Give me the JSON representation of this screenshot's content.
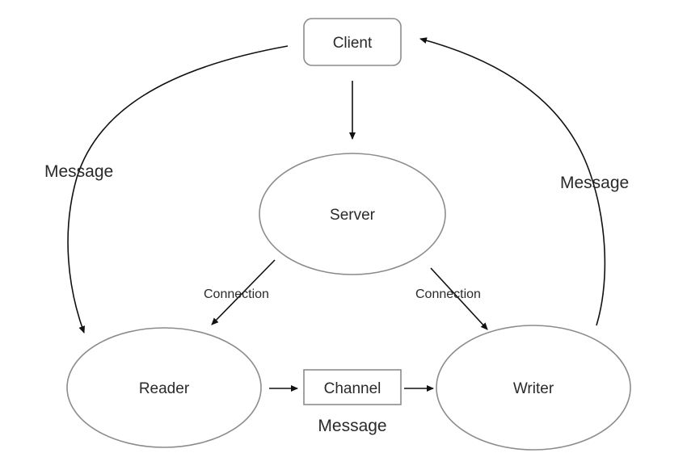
{
  "diagram": {
    "nodes": {
      "client": "Client",
      "server": "Server",
      "reader": "Reader",
      "writer": "Writer",
      "channel": "Channel"
    },
    "edge_labels": {
      "client_to_reader": "Message",
      "writer_to_client": "Message",
      "server_to_reader": "Connection",
      "server_to_writer": "Connection",
      "channel_below": "Message"
    },
    "edges": [
      {
        "from": "client",
        "to": "server"
      },
      {
        "from": "server",
        "to": "reader",
        "label": "Connection"
      },
      {
        "from": "server",
        "to": "writer",
        "label": "Connection"
      },
      {
        "from": "reader",
        "to": "channel"
      },
      {
        "from": "channel",
        "to": "writer"
      },
      {
        "from": "client",
        "to": "reader",
        "label": "Message"
      },
      {
        "from": "writer",
        "to": "client",
        "label": "Message"
      }
    ],
    "colors": {
      "shape_stroke": "#8c8c8c",
      "arrow": "#111111",
      "text": "#2a2a2a"
    }
  }
}
